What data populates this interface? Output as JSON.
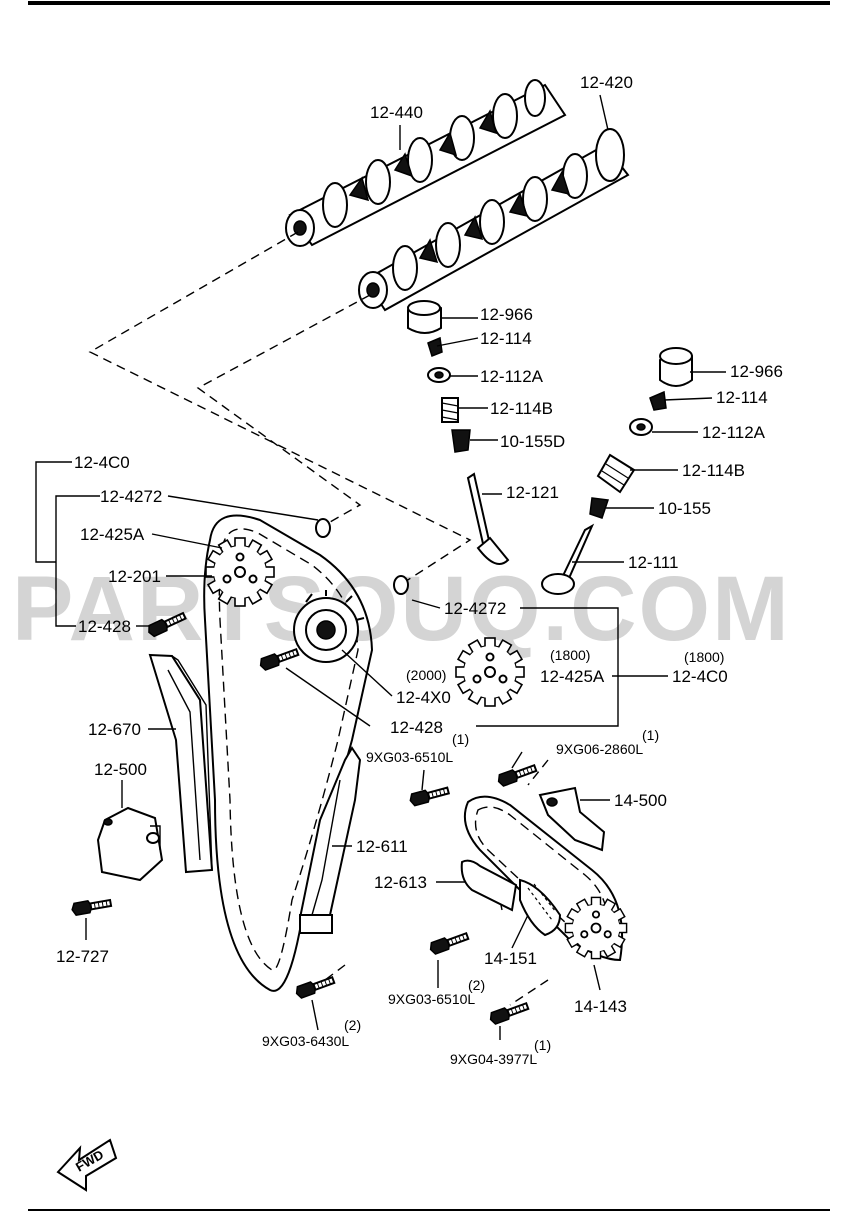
{
  "watermark": "PARTSOUQ.COM",
  "fwd_label": "FWD",
  "labels": {
    "cam_exhaust": "12-440",
    "cam_intake": "12-420",
    "tappet_a": "12-966",
    "key_a": "12-114",
    "retainer_a": "12-112A",
    "spring_a": "12-114B",
    "seal_a": "10-155D",
    "valve_a": "12-121",
    "tappet_b": "12-966",
    "key_b": "12-114",
    "retainer_b": "12-112A",
    "spring_b": "12-114B",
    "seal_b": "10-155",
    "valve_b": "12-111",
    "cam_sprocket_group": "12-4C0",
    "washer_a": "12-4272",
    "sprocket_a": "12-425A",
    "actuator": "12-201",
    "bolt_a": "12-428",
    "washer_b": "12-4272",
    "variant_2000": "(2000)",
    "variant_1800_a": "(1800)",
    "variant_1800_b": "(1800)",
    "sprocket_b": "12-425A",
    "group_b": "12-4C0",
    "variable_timing": "12-4X0",
    "bolt_b": "12-428",
    "guide_left": "12-670",
    "tensioner": "12-500",
    "tensioner_bolt": "12-727",
    "bolt_c": "9XG03-6510L",
    "bolt_c_qty": "(1)",
    "bolt_d": "9XG06-2860L",
    "bolt_d_qty": "(1)",
    "oil_pump_tensioner": "14-500",
    "guide_right": "12-611",
    "oil_pump_guide": "12-613",
    "oil_pump_chain": "14-151",
    "oil_pump_sprocket": "14-143",
    "bolt_e": "9XG03-6510L",
    "bolt_e_qty": "(2)",
    "bolt_f": "9XG03-6430L",
    "bolt_f_qty": "(2)",
    "bolt_g": "9XG04-3977L",
    "bolt_g_qty": "(1)"
  }
}
